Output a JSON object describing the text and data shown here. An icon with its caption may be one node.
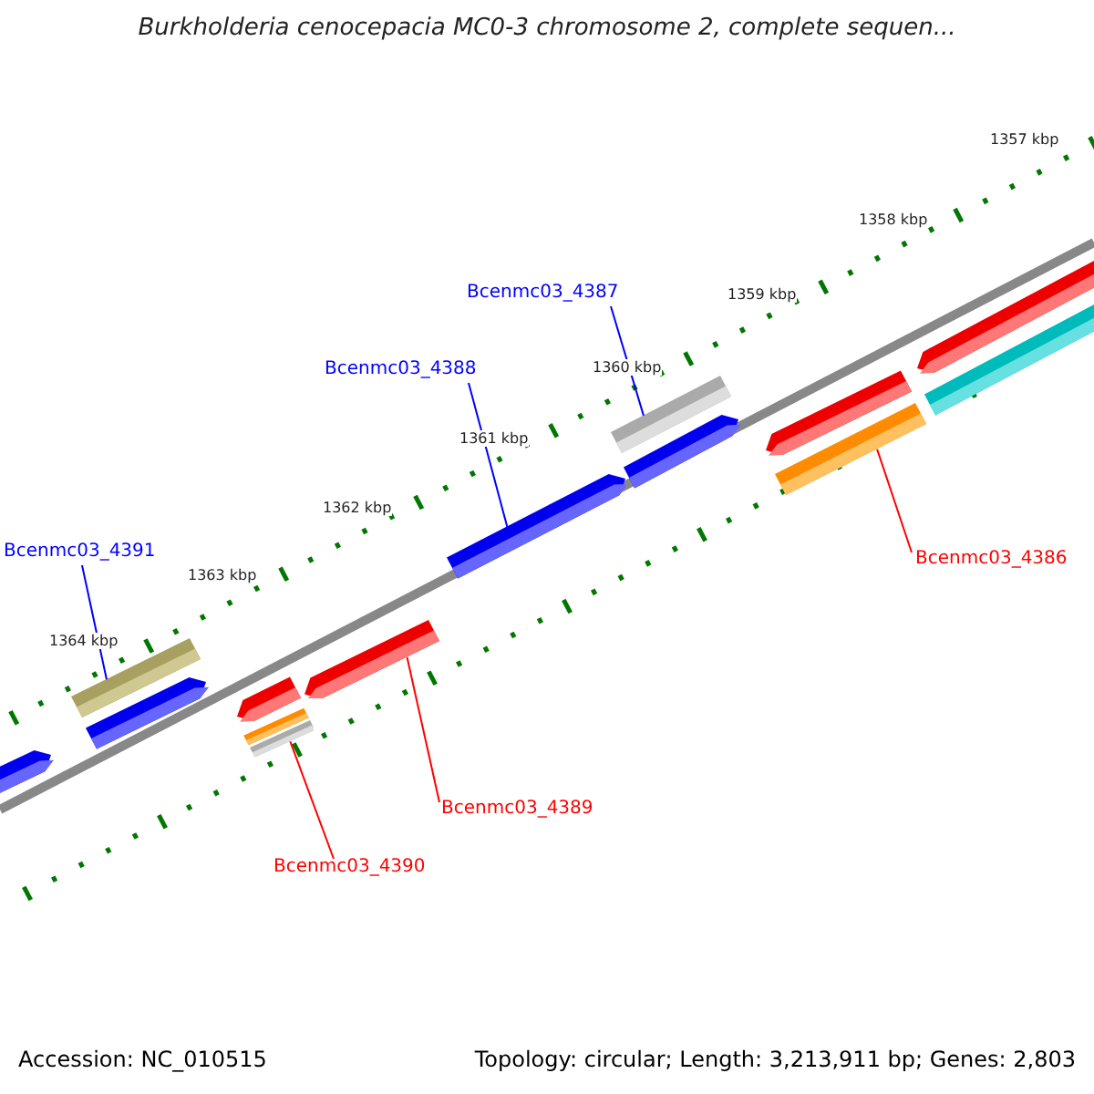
{
  "diagram": {
    "title": "Burkholderia cenocepacia MC0-3 chromosome 2, complete sequen...",
    "nodes": [
      {
        "text": [
          "Bcenmc03_4387"
        ]
      },
      {
        "text": [
          "Bcenmc03_4388"
        ]
      },
      {
        "text": [
          "Bcenmc03_4391"
        ]
      },
      {
        "text": [
          "Bcenmc03_4386"
        ]
      },
      {
        "text": [
          "Bcenmc03_4389"
        ]
      },
      {
        "text": [
          "Bcenmc03_4390"
        ]
      },
      {
        "text": [],
        "shape": "bar"
      },
      {
        "text": [],
        "shape": "bar"
      },
      {
        "text": [],
        "shape": "bar"
      },
      {
        "text": [],
        "shape": "bar"
      },
      {
        "text": [],
        "shape": "bar"
      },
      {
        "text": [],
        "shape": "bar"
      }
    ],
    "edges": [
      {
        "from": 0,
        "to": 10,
        "arrow": "none",
        "color": "#0000ff"
      },
      {
        "from": 1,
        "to": 9,
        "arrow": "none",
        "color": "#0000ff"
      },
      {
        "from": 2,
        "to": 6,
        "arrow": "none",
        "color": "#0000ff"
      },
      {
        "from": 3,
        "to": 11,
        "arrow": "none",
        "color": "#ff0000"
      },
      {
        "from": 4,
        "to": 8,
        "arrow": "none",
        "color": "#ff0000"
      },
      {
        "from": 5,
        "to": 7,
        "arrow": "none",
        "color": "#ff0000"
      }
    ],
    "labels": [
      "1357 kbp",
      "1358 kbp",
      "1359 kbp",
      "1360 kbp",
      "1361 kbp",
      "1362 kbp",
      "1363 kbp",
      "1364 kbp",
      "Accession: NC_010515",
      "Topology: circular; Length: 3,213,911 bp; Genes: 2,803"
    ]
  }
}
